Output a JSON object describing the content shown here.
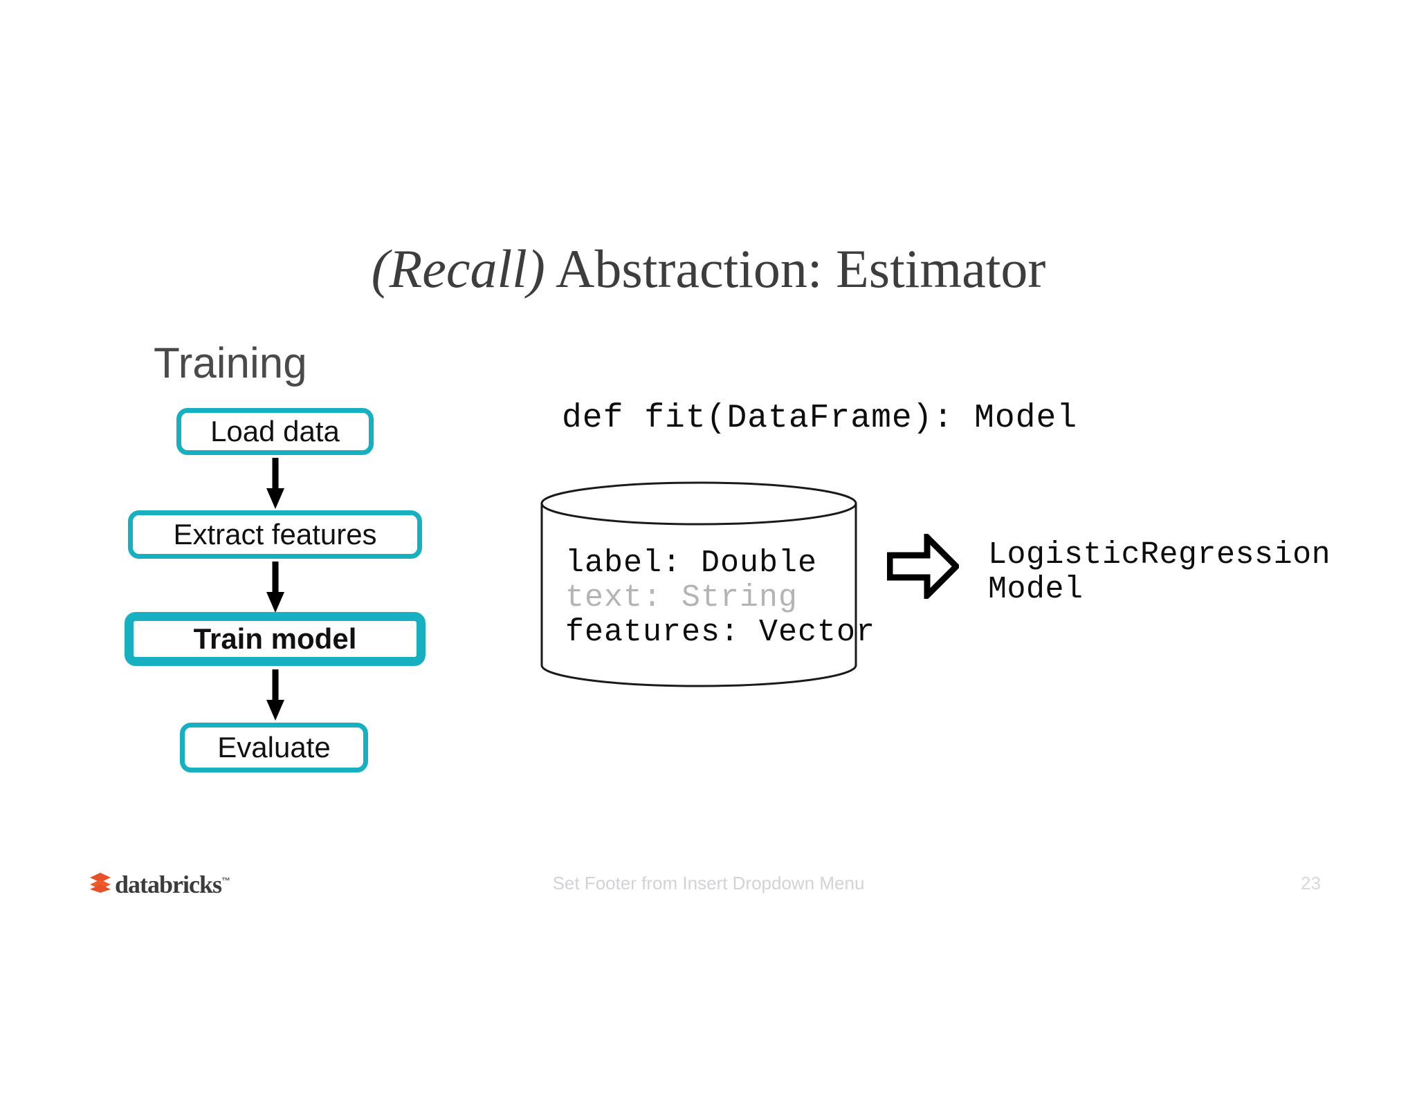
{
  "slide": {
    "title_italic": "(Recall)",
    "title_rest": " Abstraction: Estimator",
    "accent_color": "#17b0c1",
    "page_number": "23"
  },
  "pipeline": {
    "section_label": "Training",
    "steps": [
      {
        "label": "Load data",
        "emphasis": false
      },
      {
        "label": "Extract features",
        "emphasis": false
      },
      {
        "label": "Train model",
        "emphasis": true
      },
      {
        "label": "Evaluate",
        "emphasis": false
      }
    ]
  },
  "estimator": {
    "signature": "def fit(DataFrame): Model",
    "dataframe_columns": [
      {
        "text": "label: Double",
        "muted": false
      },
      {
        "text": "text: String",
        "muted": true
      },
      {
        "text": "features: Vector",
        "muted": false
      }
    ],
    "output_lines": [
      "LogisticRegression",
      "Model"
    ]
  },
  "footer": {
    "brand": "databricks",
    "trademark": "™",
    "center_text": "Set Footer from Insert Dropdown Menu",
    "page_number": "23"
  }
}
